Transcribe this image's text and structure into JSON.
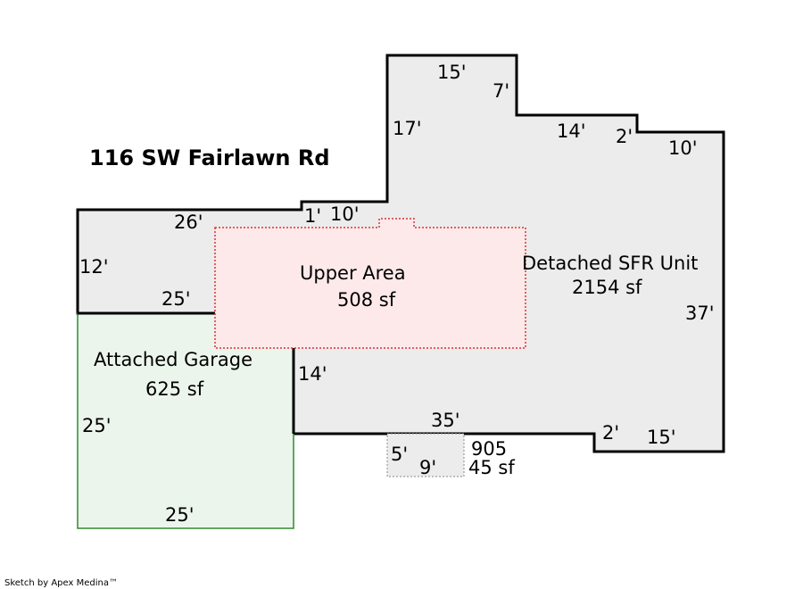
{
  "title": "116 SW Fairlawn Rd",
  "credit": "Sketch by Apex Medina™",
  "colors": {
    "main_fill": "#ececec",
    "garage_fill": "#ecf5ec",
    "garage_stroke": "#2e8b2e",
    "upper_fill": "#fde9ea",
    "upper_stroke": "#e03030",
    "small_fill": "#ececec",
    "small_stroke": "#8a8a8a",
    "outline": "#000000"
  },
  "areas": {
    "main": {
      "name": "Detached SFR Unit",
      "area": "2154 sf"
    },
    "upper": {
      "name": "Upper Area",
      "area": "508 sf"
    },
    "garage": {
      "name": "Attached Garage",
      "area": "625 sf"
    },
    "small": {
      "name": "905",
      "area": "45 sf"
    }
  },
  "dimensions": {
    "d1": "15'",
    "d2": "7'",
    "d3": "17'",
    "d4": "14'",
    "d5": "2'",
    "d6": "10'",
    "d7": "26'",
    "d8": "1'",
    "d9": "10'",
    "d10": "12'",
    "d11": "25'",
    "d12": "37'",
    "d13": "14'",
    "d14": "35'",
    "d15": "2'",
    "d16": "15'",
    "d17": "25'",
    "d18": "25'",
    "d19": "5'",
    "d20": "9'"
  }
}
